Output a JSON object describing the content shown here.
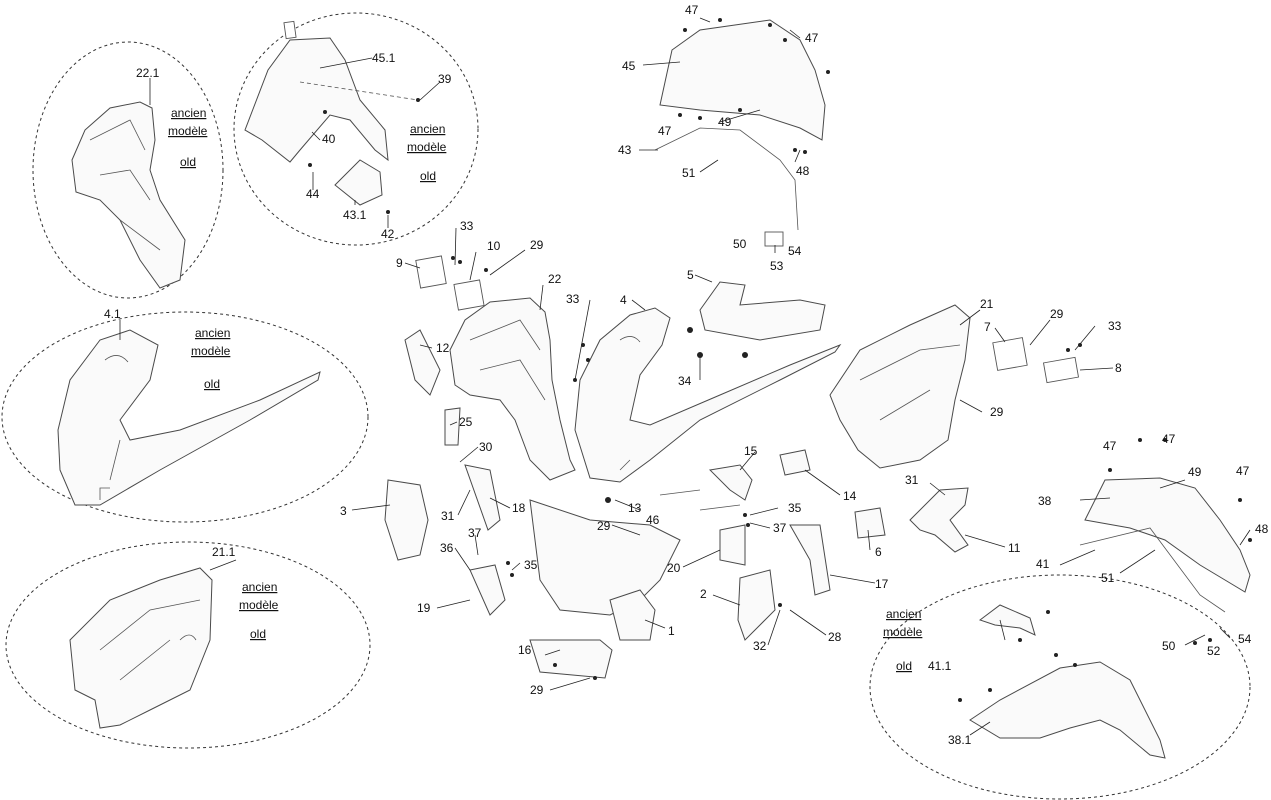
{
  "callouts": {
    "c1": "1",
    "c2": "2",
    "c3": "3",
    "c4": "4",
    "c4_1": "4.1",
    "c5": "5",
    "c6": "6",
    "c7": "7",
    "c8": "8",
    "c9": "9",
    "c10": "10",
    "c11": "11",
    "c12": "12",
    "c13": "13",
    "c14": "14",
    "c15": "15",
    "c16": "16",
    "c17": "17",
    "c18": "18",
    "c19": "19",
    "c20": "20",
    "c21": "21",
    "c21_1": "21.1",
    "c22": "22",
    "c22_1": "22.1",
    "c25": "25",
    "c28": "28",
    "c29a": "29",
    "c29b": "29",
    "c29c": "29",
    "c29d": "29",
    "c29e": "29",
    "c30": "30",
    "c31a": "31",
    "c31b": "31",
    "c32": "32",
    "c33a": "33",
    "c33b": "33",
    "c33c": "33",
    "c34": "34",
    "c35a": "35",
    "c35b": "35",
    "c36": "36",
    "c37a": "37",
    "c37b": "37",
    "c38": "38",
    "c38_1": "38.1",
    "c39": "39",
    "c40": "40",
    "c41": "41",
    "c41_1": "41.1",
    "c42": "42",
    "c43": "43",
    "c43_1": "43.1",
    "c44": "44",
    "c45": "45",
    "c45_1": "45.1",
    "c46": "46",
    "c47a": "47",
    "c47b": "47",
    "c47c": "47",
    "c47d": "47",
    "c47e": "47",
    "c47f": "47",
    "c48a": "48",
    "c48b": "48",
    "c49a": "49",
    "c49b": "49",
    "c50a": "50",
    "c50b": "50",
    "c51a": "51",
    "c51b": "51",
    "c52": "52",
    "c53": "53",
    "c54a": "54",
    "c54b": "54"
  },
  "notes": {
    "old_model_fr": "ancien",
    "old_model_fr_2": "modèle",
    "old_model_en": "old"
  },
  "colors": {
    "line": "#4a4a4a",
    "text": "#111111",
    "background": "#ffffff"
  }
}
